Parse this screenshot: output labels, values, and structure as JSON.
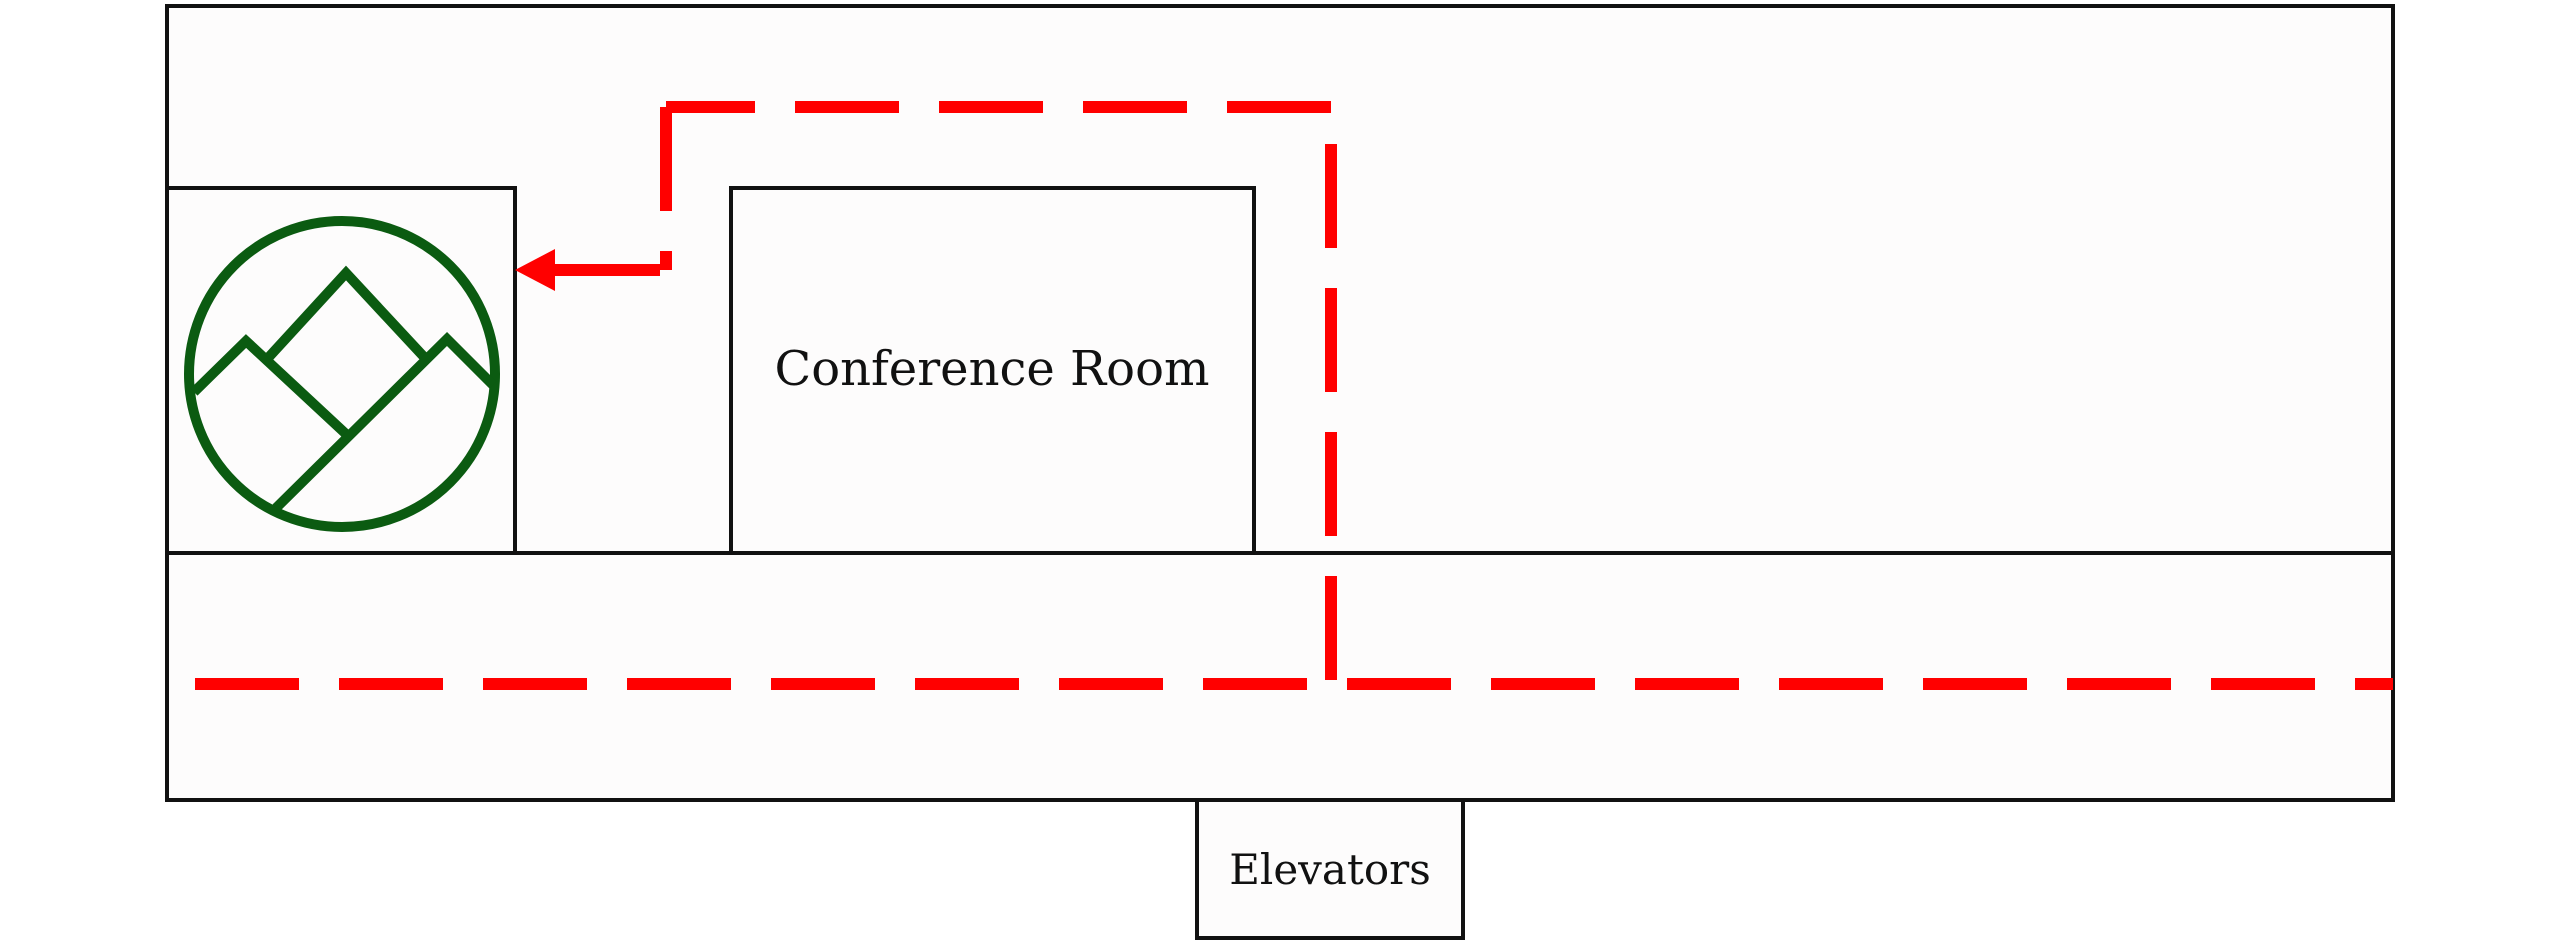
{
  "floorplan": {
    "rooms": {
      "conference_room": "Conference Room",
      "elevators": "Elevators"
    },
    "logo": {
      "icon": "mountain-logo-icon",
      "color": "#0b5b11"
    },
    "route": {
      "color": "#ff0000",
      "style": "dashed"
    },
    "colors": {
      "wall": "#111111",
      "floor": "#fdfcfc"
    }
  }
}
